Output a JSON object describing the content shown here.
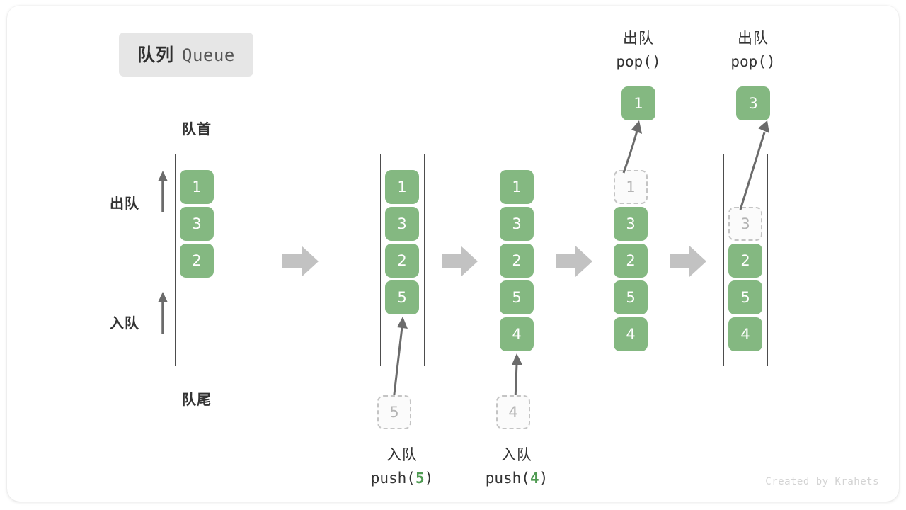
{
  "title": {
    "cn": "队列",
    "en": "Queue"
  },
  "labels": {
    "front": "队首",
    "rear": "队尾",
    "dequeue_side": "出队",
    "enqueue_side": "入队"
  },
  "colors": {
    "element_fill": "#84b881",
    "element_text": "#ffffff",
    "ghost_border": "#c4c4c4",
    "ghost_text": "#b4b4b4",
    "rail": "#4d4d4d",
    "arrow": "#6b6b6b",
    "transition_arrow": "#c2c2c2",
    "badge_bg": "#e6e6e6",
    "accent_number": "#4e9a51"
  },
  "operations": {
    "push_5": {
      "cn": "入队",
      "code_prefix": "push(",
      "code_value": "5",
      "code_suffix": ")"
    },
    "push_4": {
      "cn": "入队",
      "code_prefix": "push(",
      "code_value": "4",
      "code_suffix": ")"
    },
    "pop_1": {
      "cn": "出队",
      "code": "pop()"
    },
    "pop_3": {
      "cn": "出队",
      "code": "pop()"
    }
  },
  "stages": [
    {
      "name": "initial",
      "elements": [
        {
          "value": "1",
          "state": "solid"
        },
        {
          "value": "3",
          "state": "solid"
        },
        {
          "value": "2",
          "state": "solid"
        }
      ]
    },
    {
      "name": "after-push-5",
      "elements": [
        {
          "value": "1",
          "state": "solid"
        },
        {
          "value": "3",
          "state": "solid"
        },
        {
          "value": "2",
          "state": "solid"
        },
        {
          "value": "5",
          "state": "solid"
        }
      ],
      "incoming": {
        "value": "5",
        "state": "ghost"
      }
    },
    {
      "name": "after-push-4",
      "elements": [
        {
          "value": "1",
          "state": "solid"
        },
        {
          "value": "3",
          "state": "solid"
        },
        {
          "value": "2",
          "state": "solid"
        },
        {
          "value": "5",
          "state": "solid"
        },
        {
          "value": "4",
          "state": "solid"
        }
      ],
      "incoming": {
        "value": "4",
        "state": "ghost"
      }
    },
    {
      "name": "after-pop-1",
      "elements": [
        {
          "value": "1",
          "state": "ghost"
        },
        {
          "value": "3",
          "state": "solid"
        },
        {
          "value": "2",
          "state": "solid"
        },
        {
          "value": "5",
          "state": "solid"
        },
        {
          "value": "4",
          "state": "solid"
        }
      ],
      "outgoing": {
        "value": "1",
        "state": "solid"
      }
    },
    {
      "name": "after-pop-3",
      "elements": [
        {
          "value": "3",
          "state": "ghost"
        },
        {
          "value": "2",
          "state": "solid"
        },
        {
          "value": "5",
          "state": "solid"
        },
        {
          "value": "4",
          "state": "solid"
        }
      ],
      "outgoing": {
        "value": "3",
        "state": "solid"
      }
    }
  ],
  "credit": "Created by Krahets"
}
